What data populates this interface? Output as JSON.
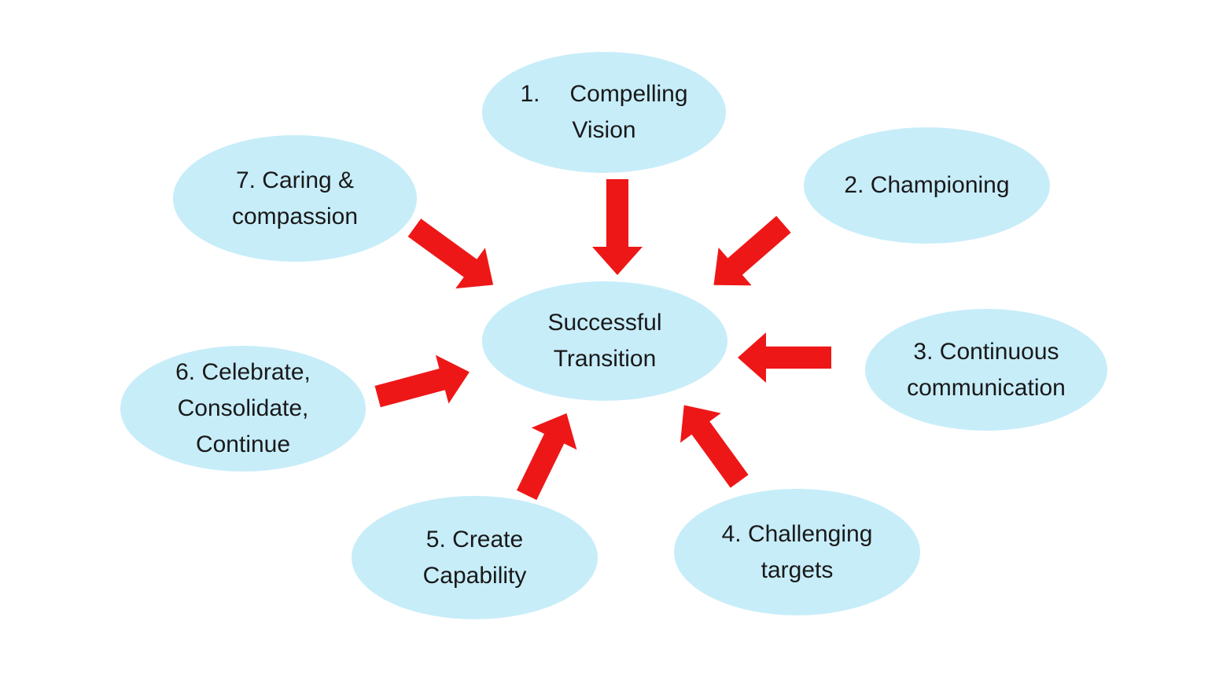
{
  "diagram": {
    "type": "spoke-diagram",
    "center": {
      "lines": [
        "Successful",
        "Transition"
      ]
    },
    "nodes": [
      {
        "id": "1",
        "number": "1.",
        "lines": [
          "Compelling",
          "Vision"
        ]
      },
      {
        "id": "2",
        "lines": [
          "2. Championing"
        ]
      },
      {
        "id": "3",
        "lines": [
          "3. Continuous",
          "communication"
        ]
      },
      {
        "id": "4",
        "lines": [
          "4. Challenging",
          "targets"
        ]
      },
      {
        "id": "5",
        "lines": [
          "5. Create",
          "Capability"
        ]
      },
      {
        "id": "6",
        "lines": [
          "6. Celebrate,",
          "Consolidate,",
          "Continue"
        ]
      },
      {
        "id": "7",
        "lines": [
          "7. Caring &",
          "compassion"
        ]
      }
    ],
    "arrows": [
      {
        "name": "red-arrow-icon",
        "from": "1",
        "to": "center",
        "direction": "down"
      },
      {
        "name": "red-arrow-icon",
        "from": "2",
        "to": "center",
        "direction": "down-left"
      },
      {
        "name": "red-arrow-icon",
        "from": "3",
        "to": "center",
        "direction": "left"
      },
      {
        "name": "red-arrow-icon",
        "from": "4",
        "to": "center",
        "direction": "up-left"
      },
      {
        "name": "red-arrow-icon",
        "from": "5",
        "to": "center",
        "direction": "up-right"
      },
      {
        "name": "red-arrow-icon",
        "from": "6",
        "to": "center",
        "direction": "right"
      },
      {
        "name": "red-arrow-icon",
        "from": "7",
        "to": "center",
        "direction": "down-right"
      }
    ]
  },
  "colors": {
    "node_fill": "#c7edf9",
    "arrow": "#ee1717",
    "text": "#191919",
    "background": "#ffffff"
  }
}
